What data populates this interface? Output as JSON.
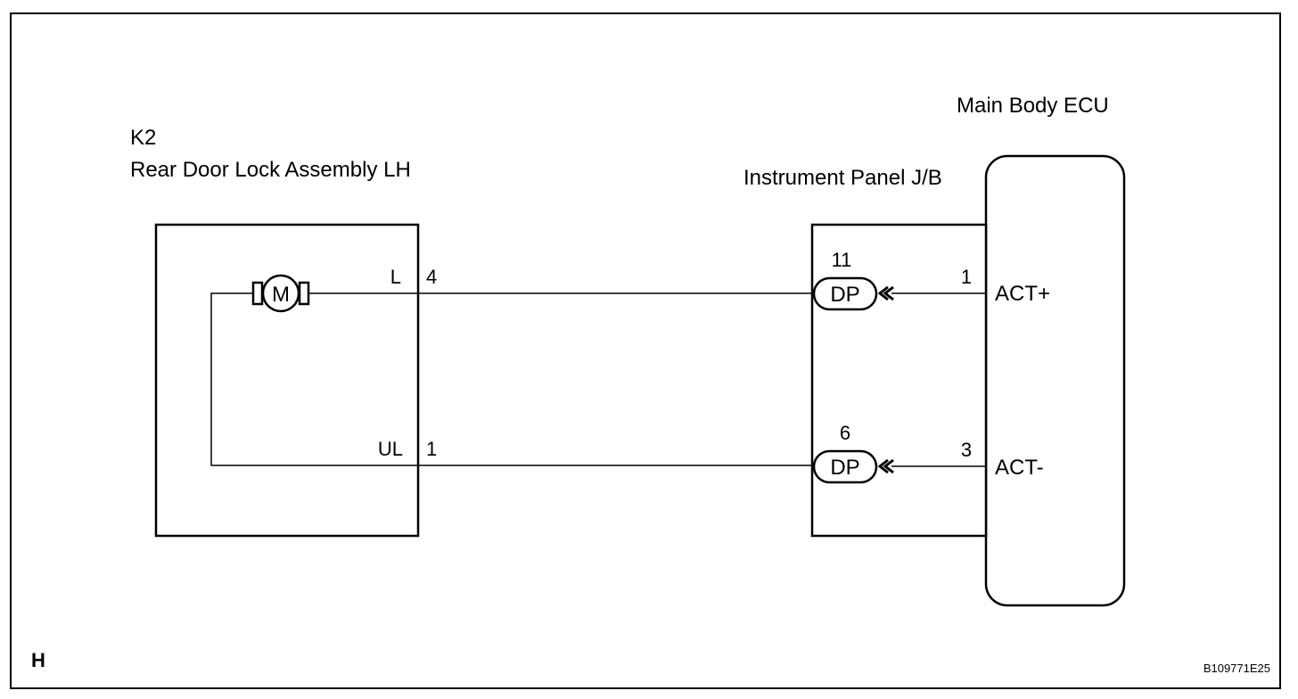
{
  "components": {
    "door_lock": {
      "code": "K2",
      "name": "Rear Door Lock Assembly LH",
      "motor_symbol": "M",
      "terminals": [
        {
          "label": "L",
          "pin": "4"
        },
        {
          "label": "UL",
          "pin": "1"
        }
      ]
    },
    "junction_block": {
      "name": "Instrument Panel J/B",
      "connectors": [
        {
          "pin": "11",
          "code": "DP"
        },
        {
          "pin": "6",
          "code": "DP"
        }
      ]
    },
    "ecu": {
      "name": "Main Body ECU",
      "terminals": [
        {
          "pin": "1",
          "label": "ACT+"
        },
        {
          "pin": "3",
          "label": "ACT-"
        }
      ]
    }
  },
  "footer": {
    "corner_letter": "H",
    "figure_id": "B109771E25"
  }
}
